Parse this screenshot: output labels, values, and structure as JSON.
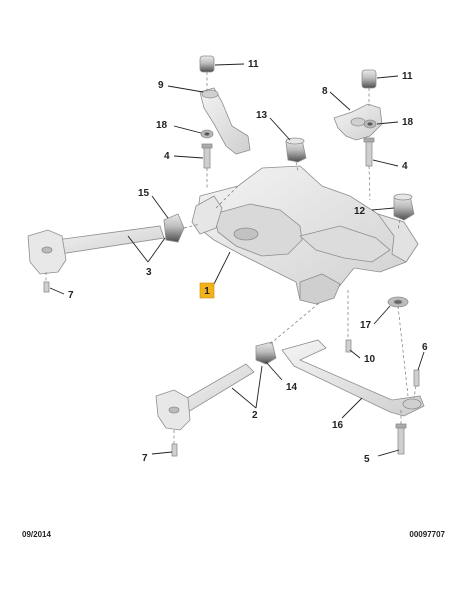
{
  "callouts": {
    "c1": "1",
    "c2": "2",
    "c3": "3",
    "c4a": "4",
    "c4b": "4",
    "c5": "5",
    "c6": "6",
    "c7a": "7",
    "c7b": "7",
    "c8": "8",
    "c9": "9",
    "c10": "10",
    "c11a": "11",
    "c11b": "11",
    "c12": "12",
    "c13": "13",
    "c14": "14",
    "c15": "15",
    "c16": "16",
    "c17": "17",
    "c18a": "18",
    "c18b": "18"
  },
  "footer": {
    "date": "09/2014",
    "ref": "00097707"
  },
  "colors": {
    "highlight": "#f2b21b",
    "part_fill": "#e4e4e4",
    "bush_dark": "#5b5b5b"
  }
}
